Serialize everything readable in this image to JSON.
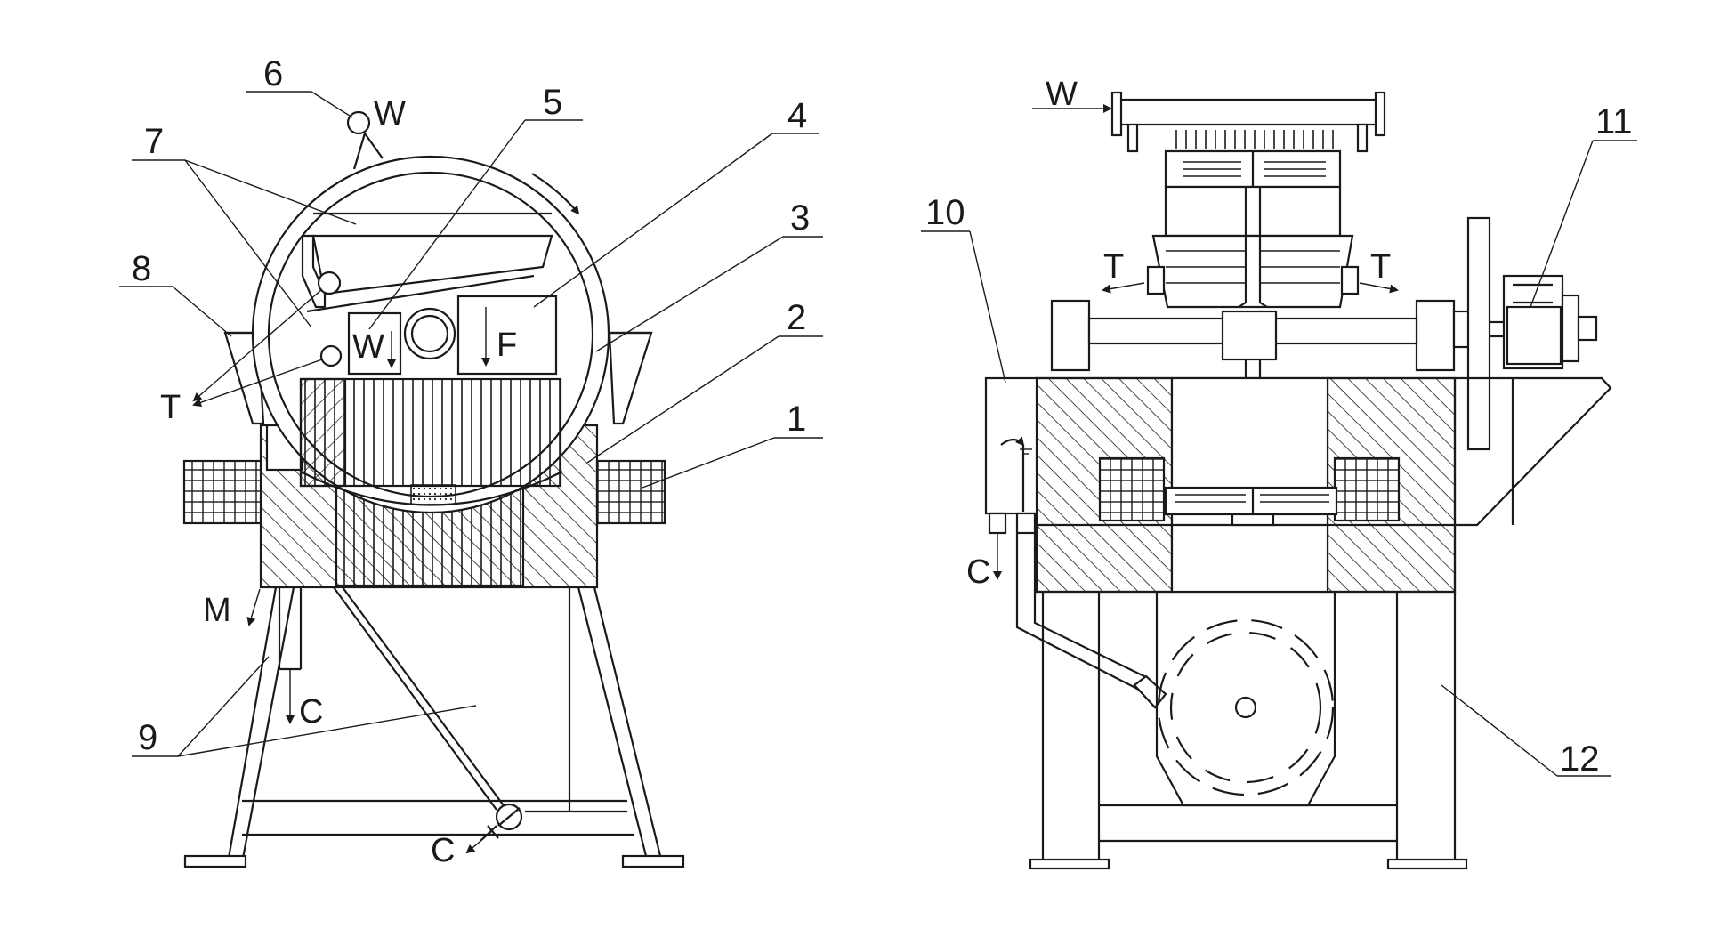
{
  "left_view": {
    "callouts": [
      "1",
      "2",
      "3",
      "4",
      "5",
      "6",
      "7",
      "8",
      "9"
    ],
    "flow_labels": {
      "w_top": "W",
      "w_inner": "W",
      "f_inner": "F",
      "t_out": "T",
      "m_out": "M",
      "c_drain": "C",
      "c_valve": "C"
    }
  },
  "right_view": {
    "callouts": [
      "10",
      "11",
      "12"
    ],
    "flow_labels": {
      "w_in": "W",
      "t_left": "T",
      "t_right": "T",
      "c_out": "C"
    }
  }
}
